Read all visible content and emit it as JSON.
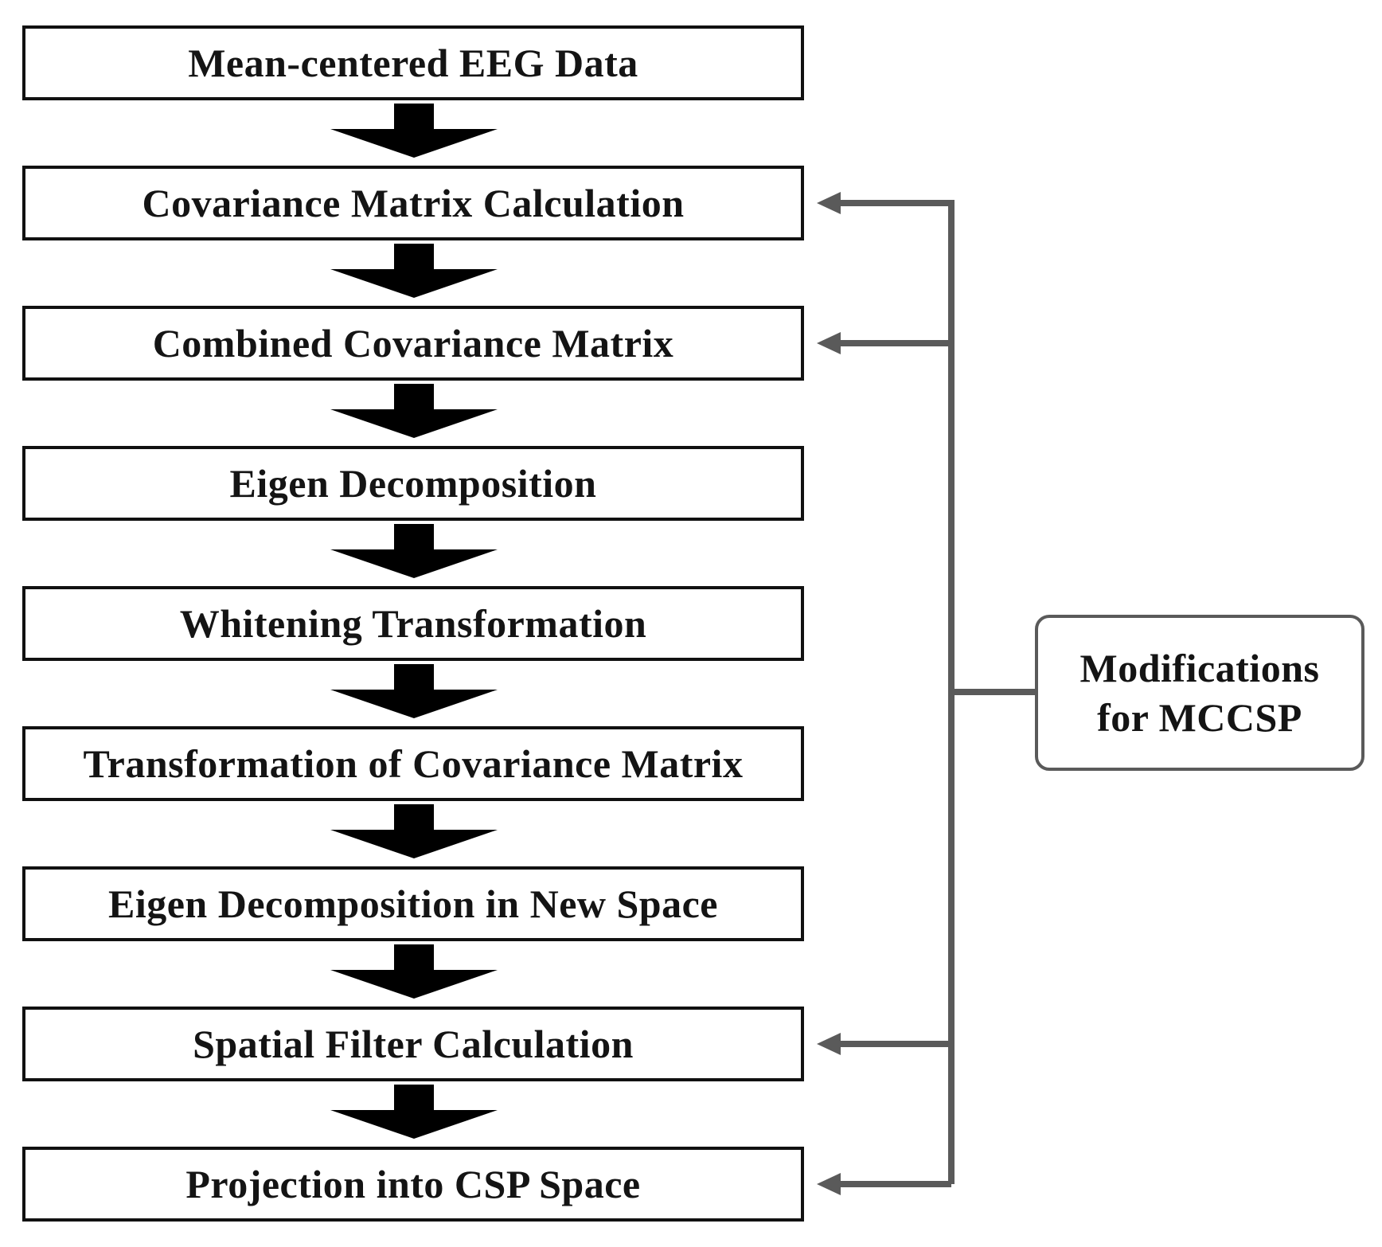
{
  "flowchart": {
    "steps": [
      {
        "label": "Mean-centered EEG Data"
      },
      {
        "label": "Covariance Matrix Calculation"
      },
      {
        "label": "Combined Covariance Matrix"
      },
      {
        "label": "Eigen Decomposition"
      },
      {
        "label": "Whitening Transformation"
      },
      {
        "label": "Transformation of Covariance Matrix"
      },
      {
        "label": "Eigen Decomposition in New Space"
      },
      {
        "label": "Spatial Filter Calculation"
      },
      {
        "label": "Projection into CSP Space"
      }
    ],
    "modification_targets": [
      "Covariance Matrix Calculation",
      "Combined Covariance Matrix",
      "Spatial Filter Calculation",
      "Projection into CSP Space"
    ]
  },
  "modifications_box": {
    "line1": "Modifications",
    "line2": "for MCCSP"
  },
  "colors": {
    "step_border": "#111111",
    "flow_arrow": "#000000",
    "connector": "#5a5a5a",
    "text": "#141414"
  }
}
